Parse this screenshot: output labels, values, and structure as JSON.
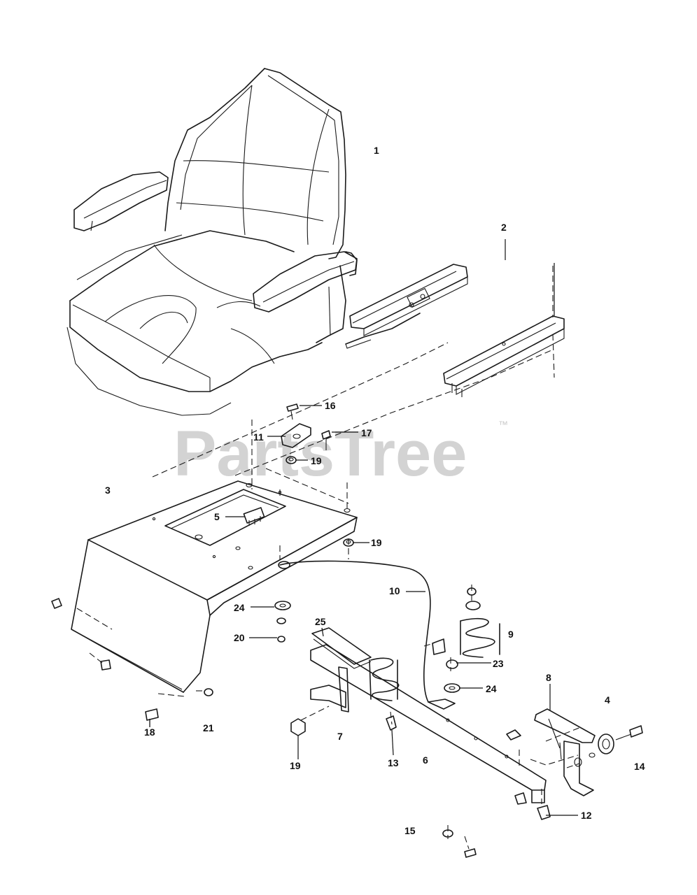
{
  "watermark": {
    "text": "PartsTree",
    "tm": "™"
  },
  "callouts": {
    "c1": "1",
    "c2": "2",
    "c3": "3",
    "c4": "4",
    "c5": "5",
    "c6": "6",
    "c7": "7",
    "c8": "8",
    "c9": "9",
    "c10": "10",
    "c11": "11",
    "c12": "12",
    "c13": "13",
    "c14": "14",
    "c15": "15",
    "c16": "16",
    "c17": "17",
    "c18": "18",
    "c19a": "19",
    "c19b": "19",
    "c19c": "19",
    "c20": "20",
    "c21": "21",
    "c23": "23",
    "c24a": "24",
    "c24b": "24",
    "c25": "25"
  }
}
